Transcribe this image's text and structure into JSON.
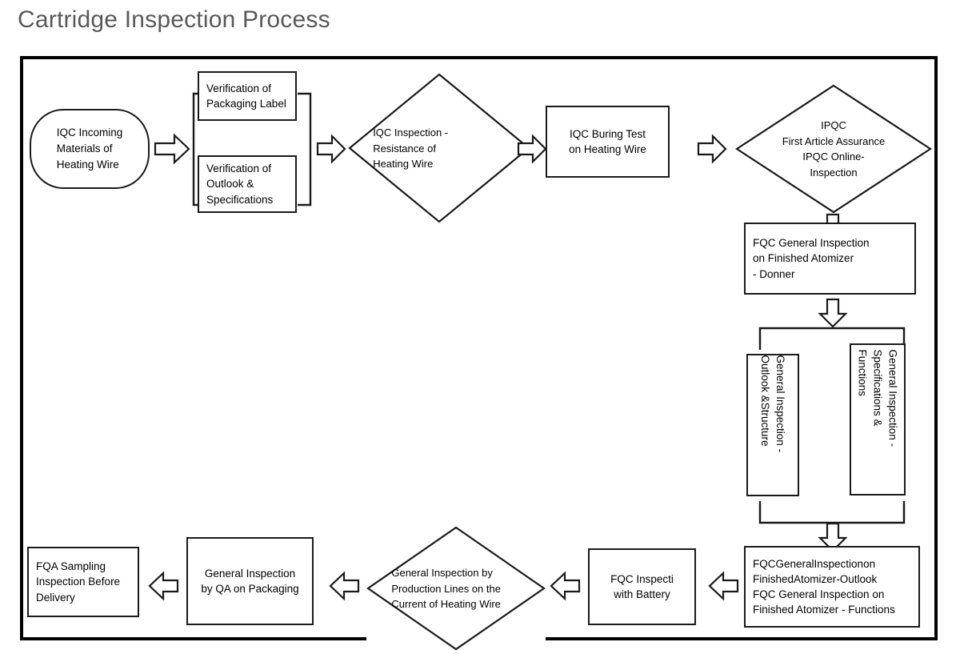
{
  "page": {
    "title": "Cartridge Inspection Process",
    "title_color": "#595959",
    "frame_color": "#000000",
    "node_border_color": "#1a1a1a",
    "background": "#ffffff"
  },
  "chart_data": {
    "type": "diagram",
    "diagram_kind": "flowchart",
    "title": "Cartridge Inspection Process",
    "direction": "left-to-right (top row), then down the right column, then right-to-left (bottom row)",
    "nodes": [
      {
        "id": "n1",
        "shape": "rounded",
        "label": "IQC Incoming\nMaterials of\nHeating Wire"
      },
      {
        "id": "n2",
        "shape": "box",
        "label": "Verification of\nPackaging Label"
      },
      {
        "id": "n3",
        "shape": "box",
        "label": "Verification of\nOutlook &\nSpecifications"
      },
      {
        "id": "n4",
        "shape": "diamond",
        "label": "IQC Inspection -\nResistance of\nHeating Wire"
      },
      {
        "id": "n5",
        "shape": "box",
        "label": "IQC Buring Test\non Heating Wire"
      },
      {
        "id": "n6",
        "shape": "diamond",
        "label": "IPQC\nFirst Article Assurance\nIPQC Online-\nInspection"
      },
      {
        "id": "n7",
        "shape": "box",
        "label": "FQC General Inspection\non Finished Atomizer\n- Donner"
      },
      {
        "id": "n8",
        "shape": "vbox",
        "label": "General Inspection -\nOutlook &Structure"
      },
      {
        "id": "n9",
        "shape": "vbox",
        "label": "General Inspection -\nSpecifications &\nFunctions"
      },
      {
        "id": "n10",
        "shape": "box",
        "label": "FQCGeneralInspectionon\nFinishedAtomizer-Outlook\nFQC General Inspection on\nFinished Atomizer - Functions"
      },
      {
        "id": "n11",
        "shape": "box",
        "label": "FQC Inspecti\nwith Battery"
      },
      {
        "id": "n12",
        "shape": "diamond",
        "label": "General Inspection by\nProduction Lines on the\nCurrent of Heating Wire"
      },
      {
        "id": "n13",
        "shape": "box",
        "label": "General Inspection\nby QA on Packaging"
      },
      {
        "id": "n14",
        "shape": "box",
        "label": "FQA Sampling\nInspection Before\nDelivery"
      }
    ],
    "edges": [
      {
        "from": "n1",
        "to": "split-1",
        "style": "block-arrow",
        "direction": "right"
      },
      {
        "from": "split-1",
        "to": "n2",
        "style": "bracket"
      },
      {
        "from": "split-1",
        "to": "n3",
        "style": "bracket"
      },
      {
        "from": "merge-1",
        "to": "n4",
        "style": "block-arrow",
        "direction": "right"
      },
      {
        "from": "n4",
        "to": "n5",
        "style": "block-arrow",
        "direction": "right"
      },
      {
        "from": "n5",
        "to": "n6",
        "style": "block-arrow",
        "direction": "right"
      },
      {
        "from": "n6",
        "to": "n7",
        "style": "block-arrow",
        "direction": "down"
      },
      {
        "from": "n7",
        "to": "split-2",
        "style": "block-arrow",
        "direction": "down"
      },
      {
        "from": "split-2",
        "to": "n8",
        "style": "bracket"
      },
      {
        "from": "split-2",
        "to": "n9",
        "style": "bracket"
      },
      {
        "from": "merge-2",
        "to": "n10",
        "style": "block-arrow",
        "direction": "down"
      },
      {
        "from": "n10",
        "to": "n11",
        "style": "block-arrow",
        "direction": "left"
      },
      {
        "from": "n11",
        "to": "n12",
        "style": "block-arrow",
        "direction": "left"
      },
      {
        "from": "n12",
        "to": "n13",
        "style": "block-arrow",
        "direction": "left"
      },
      {
        "from": "n13",
        "to": "n14",
        "style": "block-arrow",
        "direction": "left"
      }
    ]
  },
  "nodes": {
    "iqc_incoming": "IQC Incoming\nMaterials of\nHeating Wire",
    "verify_packaging_label": "Verification of\nPackaging Label",
    "verify_outlook_specs": "Verification of\nOutlook &\nSpecifications",
    "iqc_resistance": "IQC Inspection -\nResistance of\nHeating Wire",
    "iqc_buring_test": "IQC Buring Test\non Heating Wire",
    "ipqc_first_article": "IPQC\nFirst Article Assurance\nIPQC Online-\nInspection",
    "fqc_donner": "FQC General Inspection\non Finished Atomizer\n- Donner",
    "gen_outlook_structure": "General Inspection -\nOutlook &Structure",
    "gen_specs_functions": "General Inspection -\nSpecifications &\nFunctions",
    "fqc_outlook_functions": "FQCGeneralInspectionon\nFinishedAtomizer-Outlook\nFQC General Inspection on\nFinished Atomizer - Functions",
    "fqc_battery": "FQC Inspecti\nwith Battery",
    "gen_production_current": "General Inspection by\nProduction Lines on the\nCurrent of Heating Wire",
    "gen_qa_packaging": "General Inspection\nby QA on Packaging",
    "fqa_sampling": "FQA Sampling\nInspection Before\nDelivery"
  }
}
